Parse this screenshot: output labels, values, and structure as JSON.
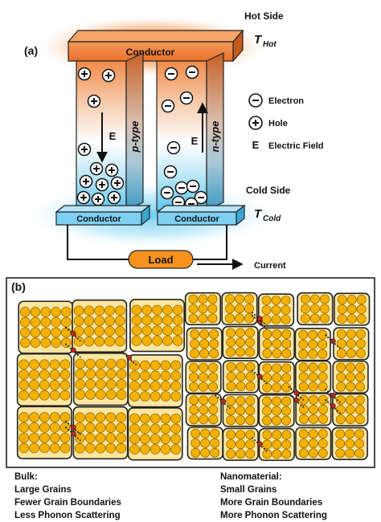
{
  "panel_a": {
    "label": "(a)",
    "hot_side": "Hot Side",
    "hot_conductor": "Conductor",
    "t_hot_main": "T",
    "t_hot_sub": "Hot",
    "p_type": "p-type",
    "n_type": "n-type",
    "field_symbol": "E",
    "plus": "+",
    "minus": "−",
    "legend": {
      "electron": "Electron",
      "hole": "Hole",
      "field_symbol": "E",
      "field": "Electric Field"
    },
    "cold_side": "Cold Side",
    "cold_conductor_left": "Conductor",
    "cold_conductor_right": "Conductor",
    "t_cold_main": "T",
    "t_cold_sub": "Cold",
    "load": "Load",
    "current": "Current"
  },
  "panel_b": {
    "label": "(b)",
    "bulk": {
      "title": "Bulk:",
      "lines": [
        "Large Grains",
        "Fewer Grain Boundaries",
        "Less Phonon Scattering"
      ]
    },
    "nano": {
      "title": "Nanomaterial:",
      "lines": [
        "Small Grains",
        "More Grain Boundaries",
        "More Phonon Scattering"
      ]
    }
  },
  "colors": {
    "hot": "#f07830",
    "cold": "#66ccf0",
    "grain": "#f2b000",
    "grain_edge": "#7a4f00",
    "scatter": "#c0281e",
    "load": "#f7921e"
  }
}
